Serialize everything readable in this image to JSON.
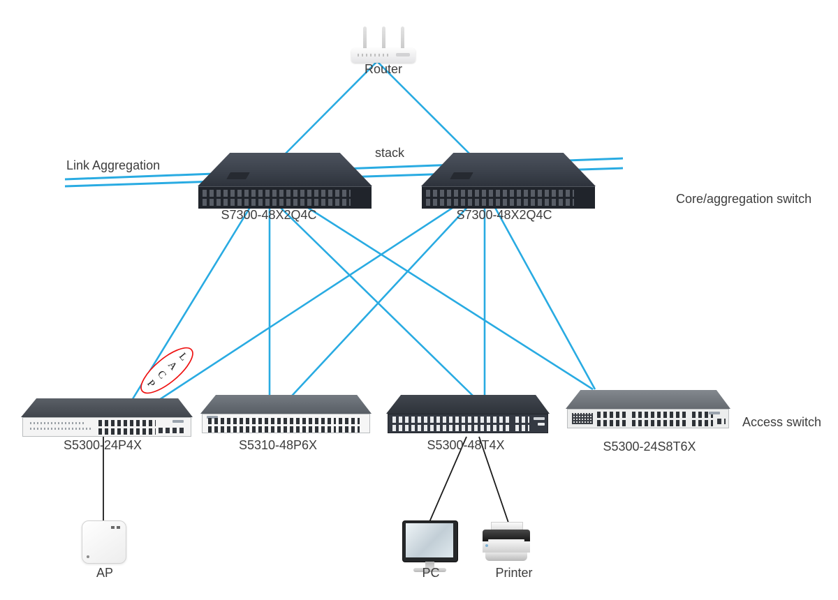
{
  "annotations": {
    "link_aggregation": "Link Aggregation",
    "stack": "stack",
    "core_role": "Core/aggregation switch",
    "access_role": "Access switch",
    "lacp": [
      "L",
      "A",
      "C",
      "P"
    ]
  },
  "devices": {
    "router": "Router",
    "core1": "S7300-48X2Q4C",
    "core2": "S7300-48X2Q4C",
    "access1": "S5300-24P4X",
    "access2": "S5310-48P6X",
    "access3": "S5300-48T4X",
    "access4": "S5300-24S8T6X",
    "ap": "AP",
    "pc": "PC",
    "printer": "Printer"
  },
  "colors": {
    "link": "#29abe2",
    "cable": "#1a1a1a",
    "lacp_stroke": "#ee1111",
    "lacp_text": "#1a1a1a"
  }
}
